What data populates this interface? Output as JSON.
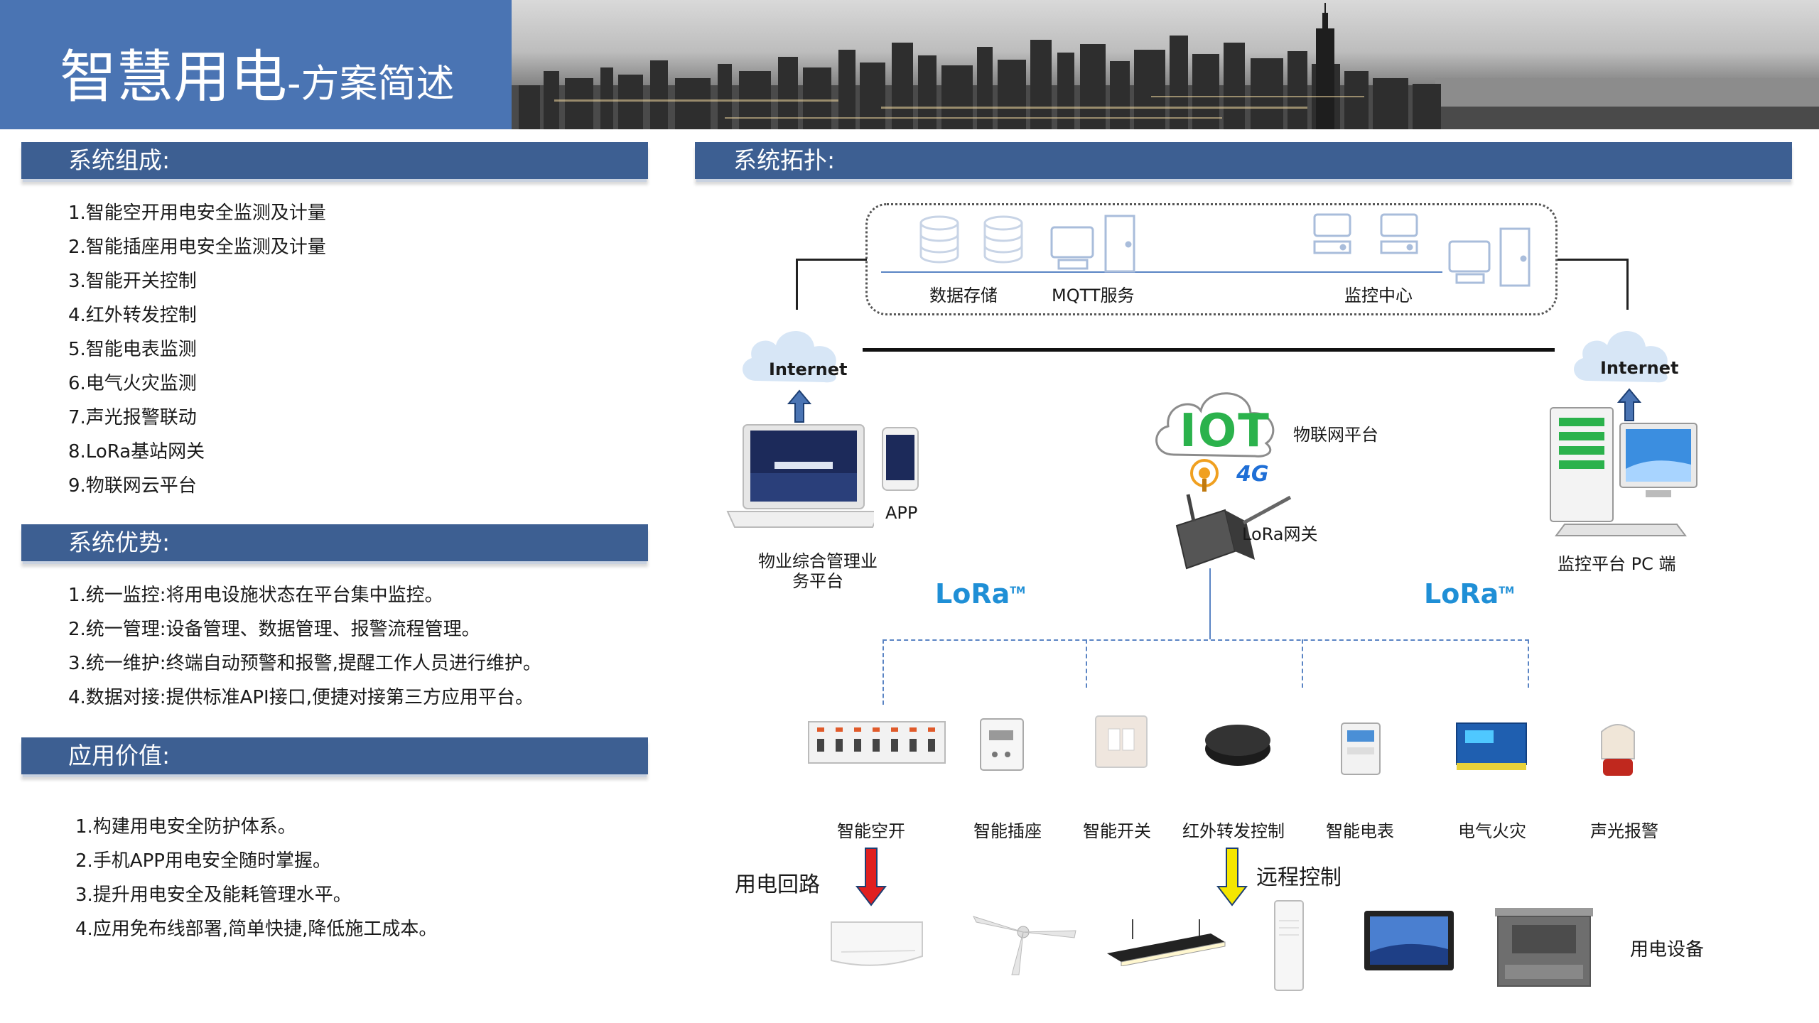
{
  "header": {
    "title_main": "智慧用电",
    "title_sub": "-方案简述"
  },
  "sections": {
    "composition": {
      "title": "系统组成:",
      "items": [
        "1.智能空开用电安全监测及计量",
        "2.智能插座用电安全监测及计量",
        "3.智能开关控制",
        "4.红外转发控制",
        "5.智能电表监测",
        "6.电气火灾监测",
        "7.声光报警联动",
        "8.LoRa基站网关",
        "9.物联网云平台"
      ]
    },
    "advantages": {
      "title": "系统优势:",
      "items": [
        "1.统一监控:将用电设施状态在平台集中监控。",
        "2.统一管理:设备管理、数据管理、报警流程管理。",
        "3.统一维护:终端自动预警和报警,提醒工作人员进行维护。",
        "4.数据对接:提供标准API接口,便捷对接第三方应用平台。"
      ]
    },
    "value": {
      "title": "应用价值:",
      "items": [
        "1.构建用电安全防护体系。",
        "2.手机APP用电安全随时掌握。",
        "3.提升用电安全及能耗管理水平。",
        "4.应用免布线部署,简单快捷,降低施工成本。"
      ]
    },
    "topology": {
      "title": "系统拓扑:"
    }
  },
  "topology": {
    "server_labels": {
      "storage": "数据存储",
      "mqtt": "MQTT服务",
      "monitor": "监控中心"
    },
    "cloud_label": "Internet",
    "iot_label": "IOT",
    "iot_platform_label": "物联网平台",
    "signal_label": "4G",
    "gateway_label": "LoRa网关",
    "app_label": "APP",
    "property_platform_label": "物业综合管理业务平台",
    "pc_label": "监控平台 PC 端",
    "lora_logo": "LoRa",
    "lora_tm": "TM",
    "devices": [
      "智能空开",
      "智能插座",
      "智能开关",
      "红外转发控制",
      "智能电表",
      "电气火灾",
      "声光报警"
    ],
    "circuit_label": "用电回路",
    "remote_label": "远程控制",
    "equipment_label": "用电设备"
  },
  "colors": {
    "title_panel": "#4a74b3",
    "section_bar": "#3d5f92",
    "iot_green": "#2bb24c",
    "arrow_red": "#e02020",
    "arrow_yellow": "#f5e600",
    "arrow_blue": "#4a74b3",
    "lora_blue": "#1f8fd6"
  }
}
